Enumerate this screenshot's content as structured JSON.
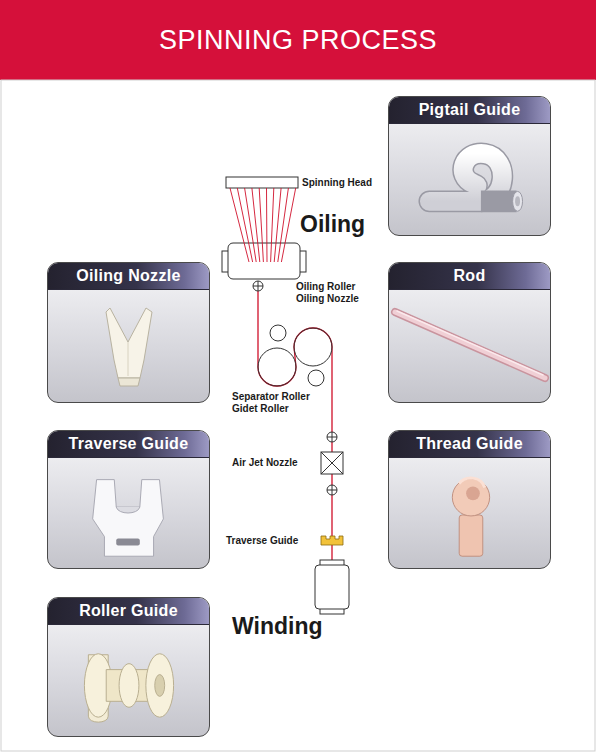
{
  "diagram": {
    "title": "SPINNING PROCESS",
    "nodes": [
      {
        "text": [
          "Pigtail Guide"
        ]
      },
      {
        "text": [
          "Oiling Nozzle"
        ]
      },
      {
        "text": [
          "Rod"
        ]
      },
      {
        "text": [
          "Traverse Guide"
        ]
      },
      {
        "text": [
          "Thread Guide"
        ]
      },
      {
        "text": [
          "Roller Guide"
        ]
      }
    ],
    "labels": [
      "Spinning Head",
      "Oiling",
      "Oiling Roller",
      "Oiling Nozzle",
      "Separator Roller",
      "Gidet Roller",
      "Air Jet Nozzle",
      "Traverse Guide",
      "Winding"
    ]
  }
}
